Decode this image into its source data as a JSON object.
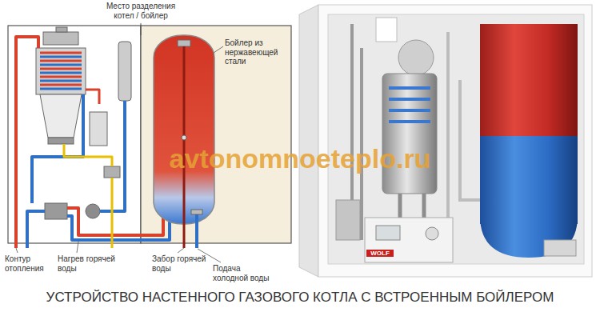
{
  "diagram": {
    "title": "УСТРОЙСТВО НАСТЕННОГО ГАЗОВОГО КОТЛА С ВСТРОЕННЫМ БОЙЛЕРОМ",
    "labels": [
      "Место разделения котел / бойлер",
      "Бойлер из нержавеющей стали",
      "Контур отопления",
      "Нагрев горячей воды",
      "Забор горячей воды",
      "Подача холодной воды",
      "avtonomnoeteplo.ru",
      "WOLF"
    ]
  }
}
